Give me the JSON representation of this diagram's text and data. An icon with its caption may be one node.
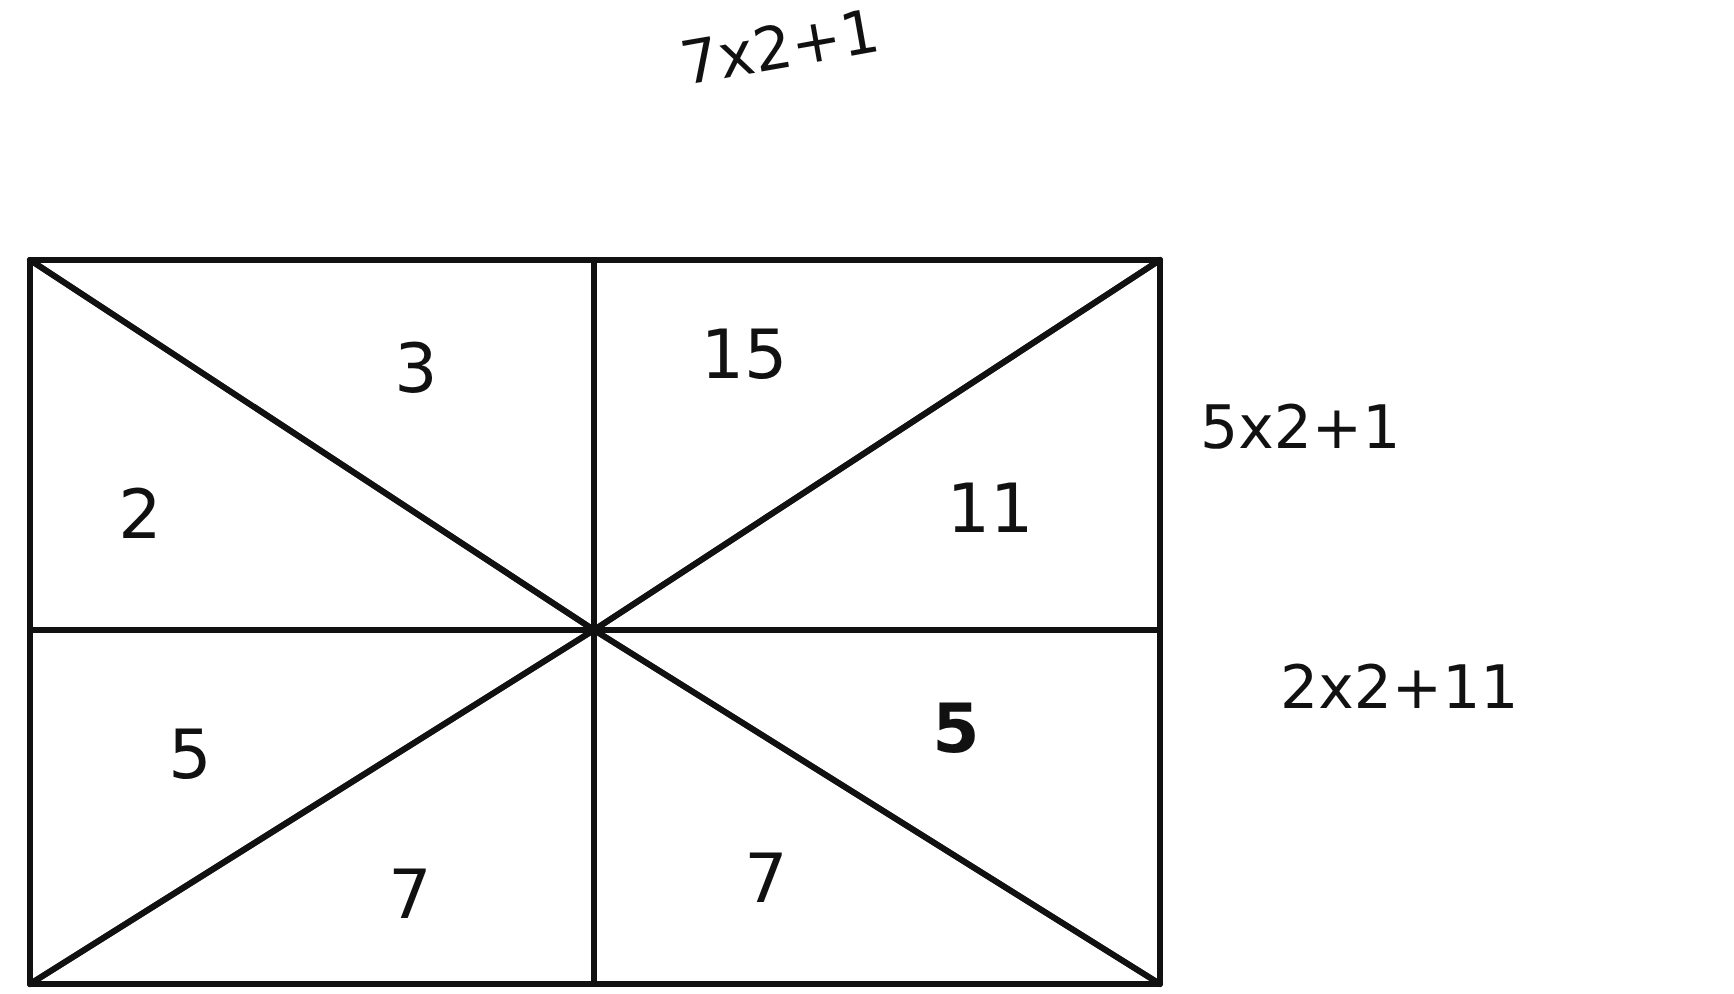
{
  "diagram": {
    "nodes": [
      {
        "text": [
          "3"
        ]
      },
      {
        "text": [
          "15"
        ]
      },
      {
        "text": [
          "2"
        ]
      },
      {
        "text": [
          "11"
        ]
      },
      {
        "text": [
          "5"
        ]
      },
      {
        "text": [
          "5"
        ]
      },
      {
        "text": [
          "7"
        ]
      },
      {
        "text": [
          "7"
        ]
      }
    ],
    "labels": [
      "7x2+1",
      "5x2+1",
      "2x2+11"
    ]
  }
}
